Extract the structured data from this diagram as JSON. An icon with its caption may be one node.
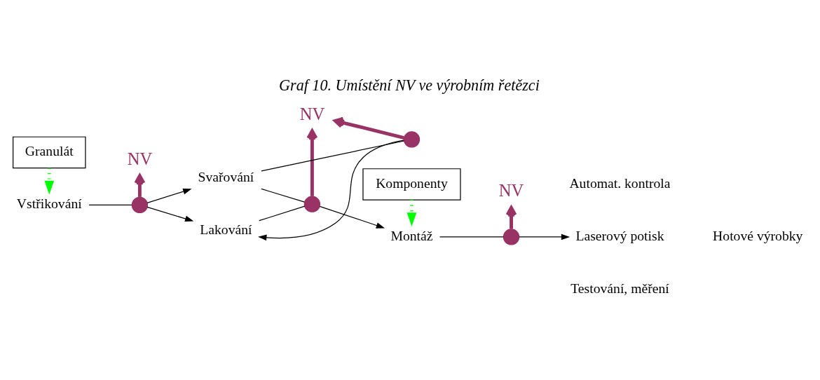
{
  "diagram": {
    "title": "Graf 10. Umístění NV ve výrobním řetězci",
    "nodes": [
      {
        "text": [
          "NV"
        ]
      },
      {
        "text": [
          "NV"
        ]
      },
      {
        "text": [
          "NV"
        ]
      },
      {
        "text": [
          "Vstřikování"
        ]
      },
      {
        "text": [],
        "shape": "circle"
      },
      {
        "text": [
          "Svařování"
        ]
      },
      {
        "text": [],
        "shape": "circle"
      },
      {
        "text": [
          "Lakování"
        ]
      },
      {
        "text": [],
        "shape": "circle"
      },
      {
        "text": [
          "Montáž"
        ]
      },
      {
        "text": [],
        "shape": "circle"
      },
      {
        "text": [
          "Laserový potisk"
        ]
      },
      {
        "text": [
          "Granulát"
        ]
      },
      {
        "text": [
          "Komponenty"
        ]
      }
    ],
    "edges": [
      {
        "from": 3,
        "to": 4,
        "arrow": "none"
      },
      {
        "from": 4,
        "to": 5,
        "arrow": "to"
      },
      {
        "from": 4,
        "to": 7,
        "arrow": "to"
      },
      {
        "from": 4,
        "to": 0,
        "arrow": "to",
        "style": "thick",
        "color": "#993366"
      },
      {
        "from": 5,
        "to": 6,
        "arrow": "none"
      },
      {
        "from": 6,
        "to": 7,
        "arrow": "to"
      },
      {
        "from": 6,
        "to": 1,
        "arrow": "to",
        "style": "thick",
        "color": "#993366"
      },
      {
        "from": 5,
        "to": 8,
        "arrow": "none"
      },
      {
        "from": 7,
        "to": 8,
        "arrow": "none"
      },
      {
        "from": 8,
        "to": 1,
        "arrow": "to",
        "style": "thick",
        "color": "#993366"
      },
      {
        "from": 8,
        "to": 9,
        "arrow": "to"
      },
      {
        "from": 9,
        "to": 10,
        "arrow": "none"
      },
      {
        "from": 10,
        "to": 11,
        "arrow": "to"
      },
      {
        "from": 10,
        "to": 2,
        "arrow": "to",
        "style": "thick",
        "color": "#993366"
      },
      {
        "from": 12,
        "to": 3,
        "arrow": "to",
        "style": "dashed",
        "color": "#00ff00"
      },
      {
        "from": 13,
        "to": 9,
        "arrow": "to",
        "style": "dashed",
        "color": "#00ff00"
      }
    ],
    "labels": [
      "Automat. kontrola",
      "Testování, měření",
      "Hotové výrobky"
    ]
  }
}
